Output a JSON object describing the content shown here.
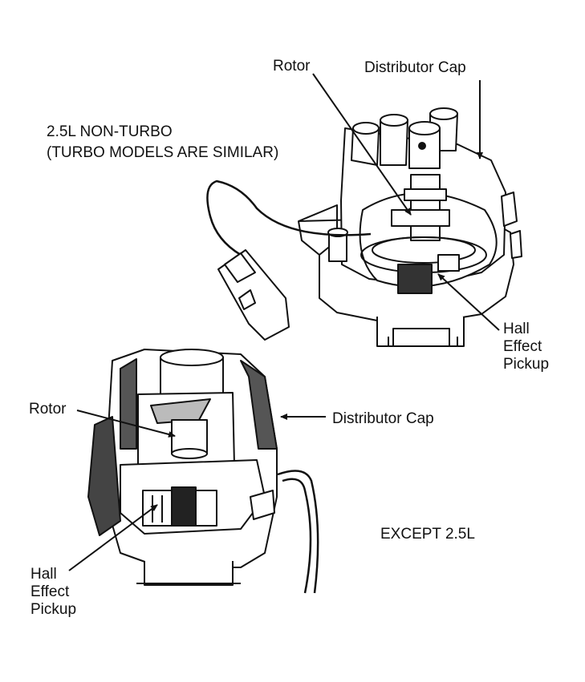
{
  "top_figure": {
    "caption_line1": "2.5L NON-TURBO",
    "caption_line2": "(TURBO MODELS ARE SIMILAR)",
    "rotor_label": "Rotor",
    "cap_label": "Distributor Cap",
    "pickup_line1": "Hall",
    "pickup_line2": "Effect",
    "pickup_line3": "Pickup"
  },
  "bottom_figure": {
    "caption": "EXCEPT 2.5L",
    "rotor_label": "Rotor",
    "cap_label": "Distributor Cap",
    "pickup_line1": "Hall",
    "pickup_line2": "Effect",
    "pickup_line3": "Pickup"
  }
}
